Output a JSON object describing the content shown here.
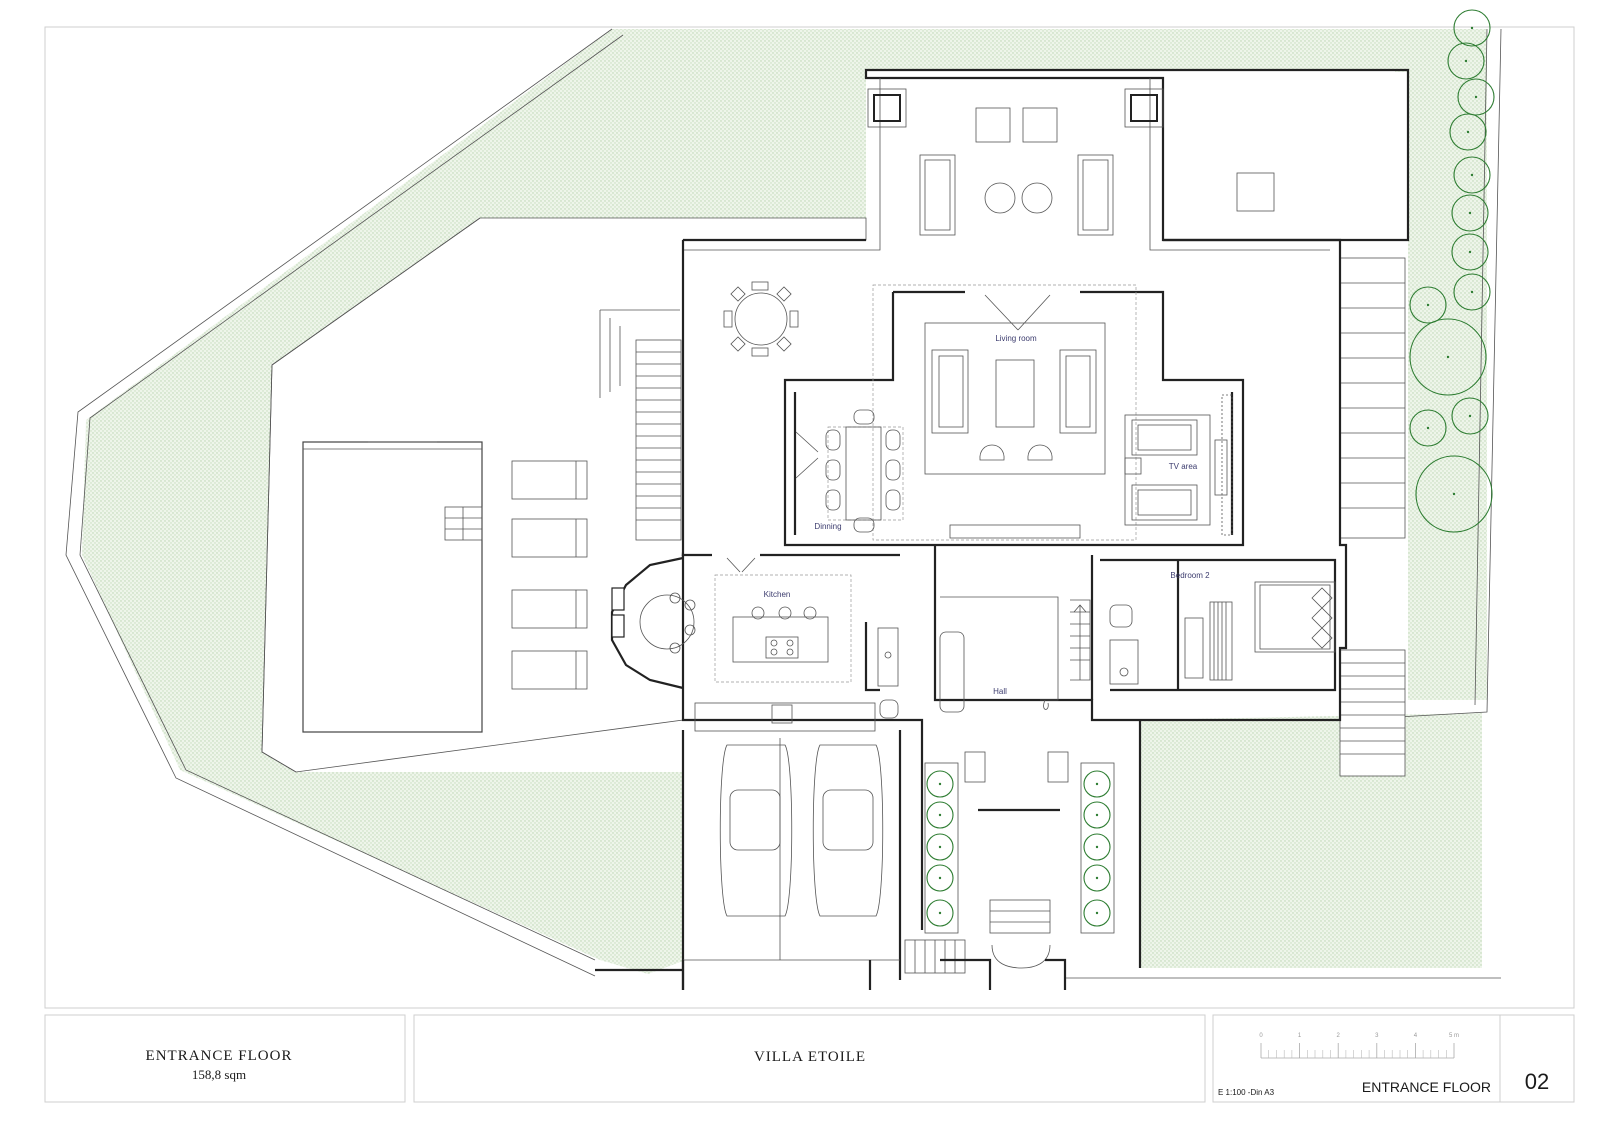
{
  "plan": {
    "rooms": {
      "living_room": "Living room",
      "tv_area": "TV area",
      "dinning": "Dinning",
      "kitchen": "Kitchen",
      "bedroom_2": "Bedroom 2",
      "hall": "Hall"
    }
  },
  "title_block": {
    "floor_name": "ENTRANCE  FLOOR",
    "floor_area": "158,8 sqm",
    "project_name": "VILLA ETOILE",
    "scale_ticks": [
      "0",
      "1",
      "2",
      "3",
      "4",
      "5 m"
    ],
    "scale_text": "E 1:100 -Din A3",
    "sheet_title": "ENTRANCE FLOOR",
    "sheet_number": "02"
  },
  "colors": {
    "lawn": "#e3eedf",
    "tree": "#2e7d32",
    "label": "#3c3c6e"
  }
}
